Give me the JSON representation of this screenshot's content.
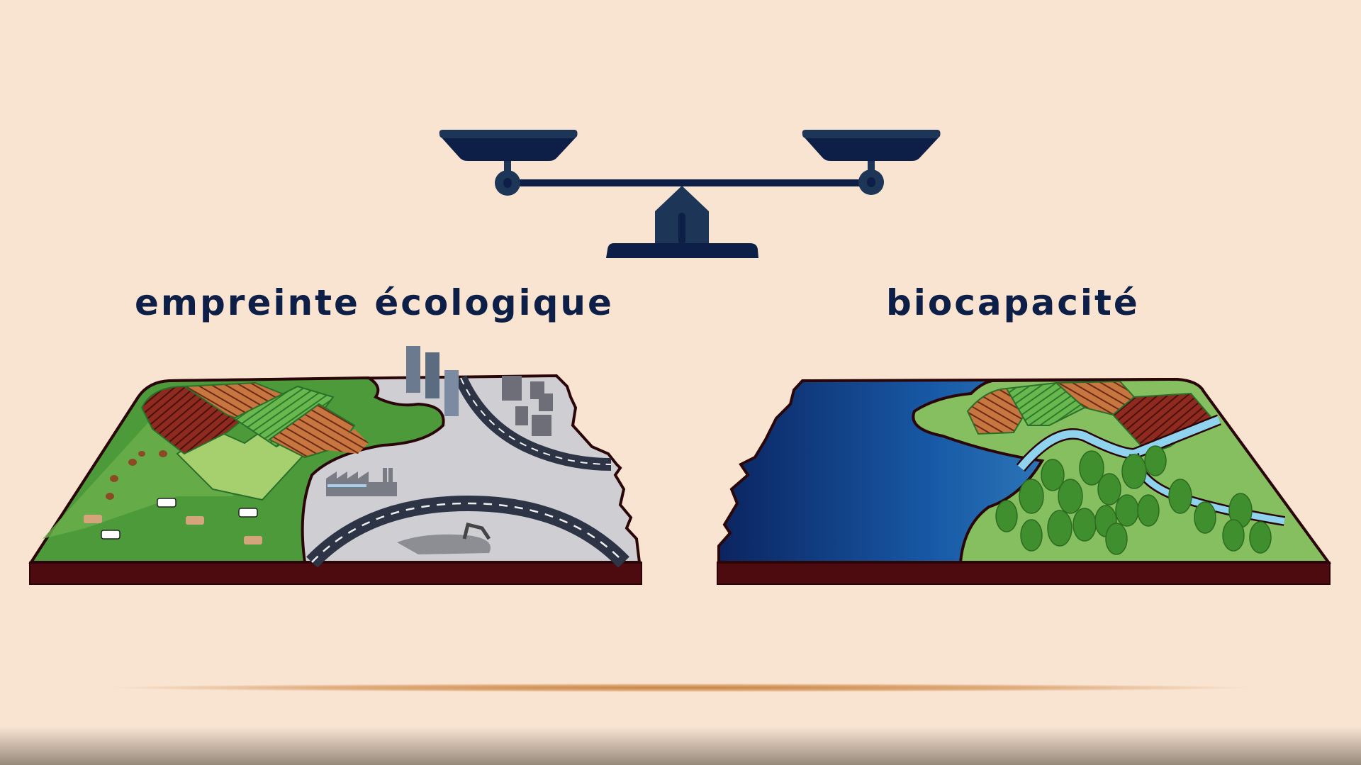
{
  "scene": {
    "title": "Balance: empreinte écologique vs biocapacité",
    "background_color": "#f9e4d2",
    "scale_icon": "balance-scale-icon",
    "scale_color": "#0d1e47"
  },
  "labels": {
    "left": "empreinte écologique",
    "right": "biocapacité"
  },
  "left_tile": {
    "name": "ecological-footprint-land",
    "elements": [
      "farm-fields",
      "chickens",
      "cows",
      "skyscrapers",
      "houses",
      "roads",
      "factory",
      "excavator"
    ]
  },
  "right_tile": {
    "name": "biocapacity-land",
    "elements": [
      "ocean",
      "farm-fields",
      "river",
      "forest"
    ]
  }
}
